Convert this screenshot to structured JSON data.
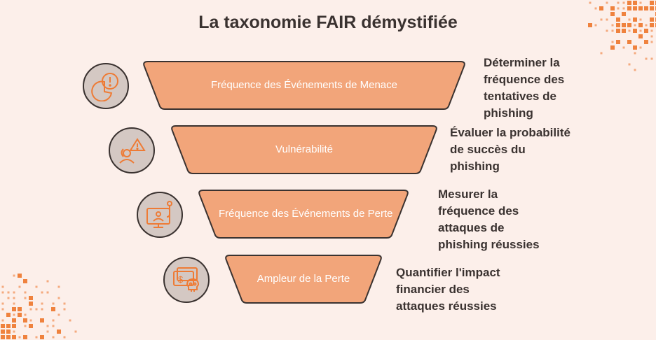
{
  "title": "La taxonomie FAIR démystifiée",
  "tiers": [
    {
      "label": "Fréquence des Événements de Menace",
      "icon": "pie-chart-alert-icon",
      "description": "Déterminer la fréquence des tentatives de phishing"
    },
    {
      "label": "Vulnérabilité",
      "icon": "person-warning-icon",
      "description": "Évaluer la probabilité de succès du phishing"
    },
    {
      "label": "Fréquence des Événements de Perte",
      "icon": "monitor-hook-icon",
      "description": "Mesurer la fréquence des attaques de phishing réussies"
    },
    {
      "label": "Ampleur de la Perte",
      "icon": "money-skull-icon",
      "description": "Quantifier l'impact financier des attaques réussies"
    }
  ],
  "colors": {
    "background": "#fcefea",
    "tier_fill": "#f2a57a",
    "tier_stroke": "#3a3230",
    "circle_fill": "#d4c8c3",
    "accent_orange": "#ee7b35",
    "text": "#3a3230"
  }
}
